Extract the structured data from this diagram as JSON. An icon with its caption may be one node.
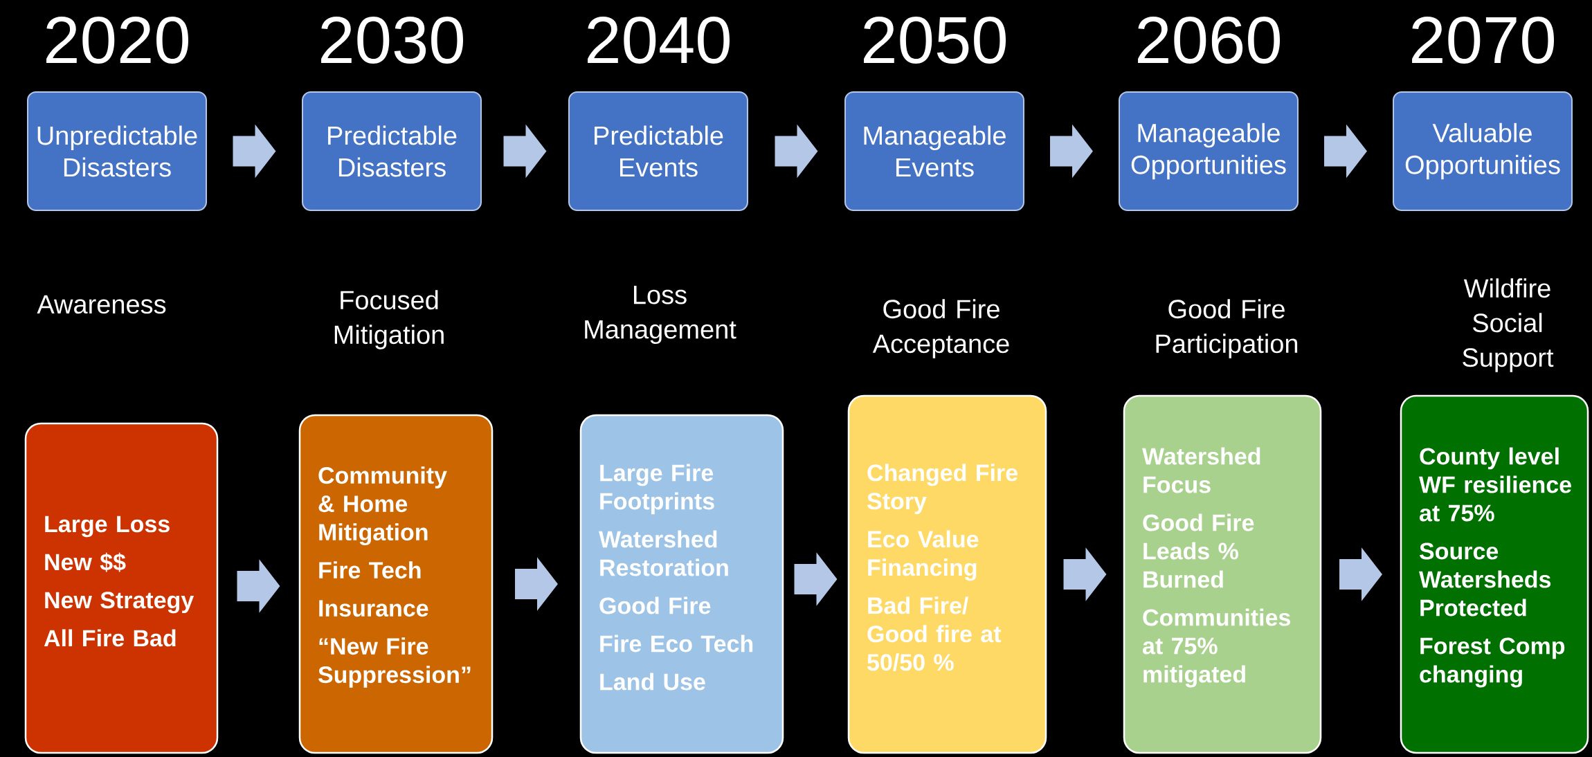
{
  "diagram": {
    "nodes": [
      {
        "text": [
          "Unpredictable Disasters"
        ],
        "beside": [
          "2020"
        ]
      },
      {
        "text": [
          "Predictable Disasters"
        ],
        "beside": [
          "2030"
        ]
      },
      {
        "text": [
          "Predictable Events"
        ],
        "beside": [
          "2040"
        ]
      },
      {
        "text": [
          "Manageable Events"
        ],
        "beside": [
          "2050"
        ]
      },
      {
        "text": [
          "Manageable Opportunities"
        ],
        "beside": [
          "2060"
        ]
      },
      {
        "text": [
          "Valuable Opportunities"
        ],
        "beside": [
          "2070"
        ]
      },
      {
        "text": [
          "Large Loss",
          "New $$",
          "New Strategy",
          "All Fire Bad"
        ]
      },
      {
        "text": [
          "Community & Home Mitigation",
          "Fire Tech",
          "Insurance",
          "“New Fire Suppression”"
        ]
      },
      {
        "text": [
          "Large Fire Footprints",
          "Watershed Restoration",
          "Good Fire",
          "Fire Eco Tech",
          "Land Use"
        ]
      },
      {
        "text": [
          "Changed Fire Story",
          "Eco Value Financing",
          "Bad Fire/ Good fire at 50/50 %"
        ]
      },
      {
        "text": [
          "Watershed Focus",
          "Good Fire Leads % Burned",
          "Communities at 75% mitigated"
        ]
      },
      {
        "text": [
          "County level WF resilience at 75%",
          "Source Watersheds Protected",
          "Forest Comp changing"
        ]
      }
    ],
    "edges": [
      {
        "from": 0,
        "to": 1,
        "arrow": "to"
      },
      {
        "from": 1,
        "to": 2,
        "arrow": "to"
      },
      {
        "from": 2,
        "to": 3,
        "arrow": "to"
      },
      {
        "from": 3,
        "to": 4,
        "arrow": "to"
      },
      {
        "from": 4,
        "to": 5,
        "arrow": "to"
      },
      {
        "from": 6,
        "to": 7,
        "arrow": "to"
      },
      {
        "from": 7,
        "to": 8,
        "arrow": "to"
      },
      {
        "from": 8,
        "to": 9,
        "arrow": "to"
      },
      {
        "from": 9,
        "to": 10,
        "arrow": "to"
      },
      {
        "from": 10,
        "to": 11,
        "arrow": "to"
      }
    ],
    "labels": [
      "Awareness",
      "Focused Mitigation",
      "Loss Management",
      "Good Fire Acceptance",
      "Good Fire Participation",
      "Wildfire Social Support"
    ]
  }
}
